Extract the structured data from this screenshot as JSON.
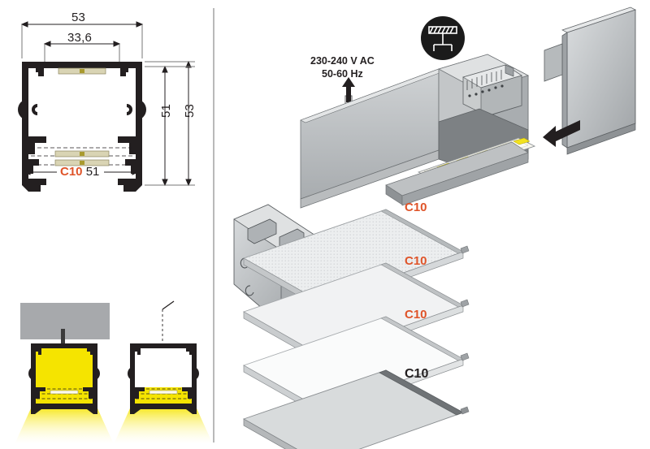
{
  "document": {
    "type": "led-profile-technical-drawing",
    "product_code": "C10"
  },
  "colors": {
    "accent_orange": "#df5429",
    "ink": "#231f20",
    "metal_light": "#d7d9da",
    "metal_mid": "#b0b3b5",
    "metal_dark": "#8d9194",
    "glow_yellow": "#f5e400",
    "divider_gray": "#b9b9b9"
  },
  "cross_section": {
    "dim_width_outer": "53",
    "dim_width_inner": "33,6",
    "dim_height_inner": "51",
    "dim_height_outer": "53",
    "cover_code": "C10",
    "cover_width": "51"
  },
  "exploded_view": {
    "power_label_line1": "230-240 V AC",
    "power_label_line2": "50-60 Hz",
    "mount_badge": "ceiling-mount-icon",
    "diffusers": [
      {
        "code": "C10",
        "style": "frosted-dotted",
        "label_color": "#df5429"
      },
      {
        "code": "C10",
        "style": "frosted",
        "label_color": "#df5429"
      },
      {
        "code": "C10",
        "style": "clear",
        "label_color": "#df5429"
      },
      {
        "code": "C10",
        "style": "opal",
        "label_color": "#231f20"
      }
    ],
    "endcap_left": "end-cap-bracket",
    "endcap_right": "end-plate-cover",
    "arrow_left": "insert-arrow-right",
    "arrow_right": "insert-arrow-left"
  },
  "mounting_examples": [
    {
      "name": "surface-ceiling-mount",
      "has_glow": true
    },
    {
      "name": "suspended-cable-mount",
      "has_glow": true
    }
  ]
}
